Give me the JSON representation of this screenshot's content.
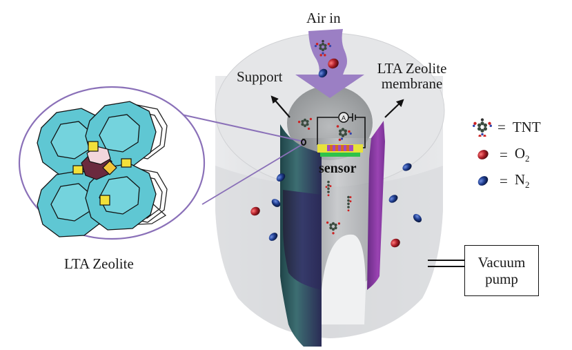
{
  "figure": {
    "type": "schematic",
    "labels": {
      "air_in": "Air in",
      "support": "Support",
      "membrane_line1": "LTA Zeolite",
      "membrane_line2": "membrane",
      "sensor": "sensor",
      "zeolite_caption": "LTA Zeolite",
      "pump_line1": "Vacuum",
      "pump_line2": "pump"
    },
    "legend": [
      {
        "icon": "tnt-molecule-icon",
        "equals": "=",
        "label": "TNT",
        "sub": ""
      },
      {
        "icon": "o2-molecule-icon",
        "equals": "=",
        "label": "O",
        "sub": "2"
      },
      {
        "icon": "n2-molecule-icon",
        "equals": "=",
        "label": "N",
        "sub": "2"
      }
    ],
    "colors": {
      "arrow_purple": "#9b7fc4",
      "callout_line": "#8a70b8",
      "membrane_purple": "#8a3a9e",
      "support_teal": "#2e5a5e",
      "o2_red": "#b0202a",
      "n2_blue": "#1f3d8f",
      "zeolite_cyan": "#5fc7d3",
      "zeolite_yellow": "#f2e03a",
      "zeolite_maroon": "#6b2a3e",
      "zeolite_pink": "#f3d6dc",
      "cylinder_gray": "#dcdde0"
    }
  }
}
